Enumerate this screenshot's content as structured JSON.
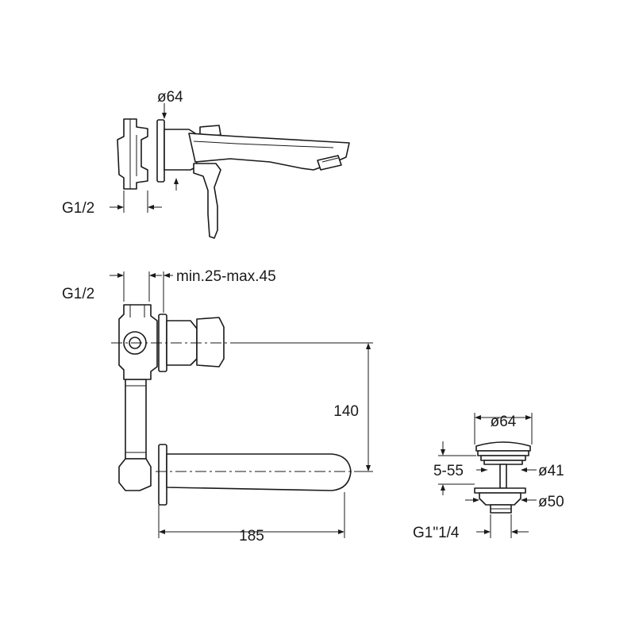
{
  "labels": {
    "top_diameter": "ø64",
    "top_thread": "G1/2",
    "front_thread": "G1/2",
    "wall_depth": "min.25-max.45",
    "height": "140",
    "length": "185",
    "waste_diameter_top": "ø64",
    "waste_stroke": "5-55",
    "waste_diameter_mid": "ø41",
    "waste_diameter_low": "ø50",
    "waste_thread": "G1\"1/4"
  }
}
